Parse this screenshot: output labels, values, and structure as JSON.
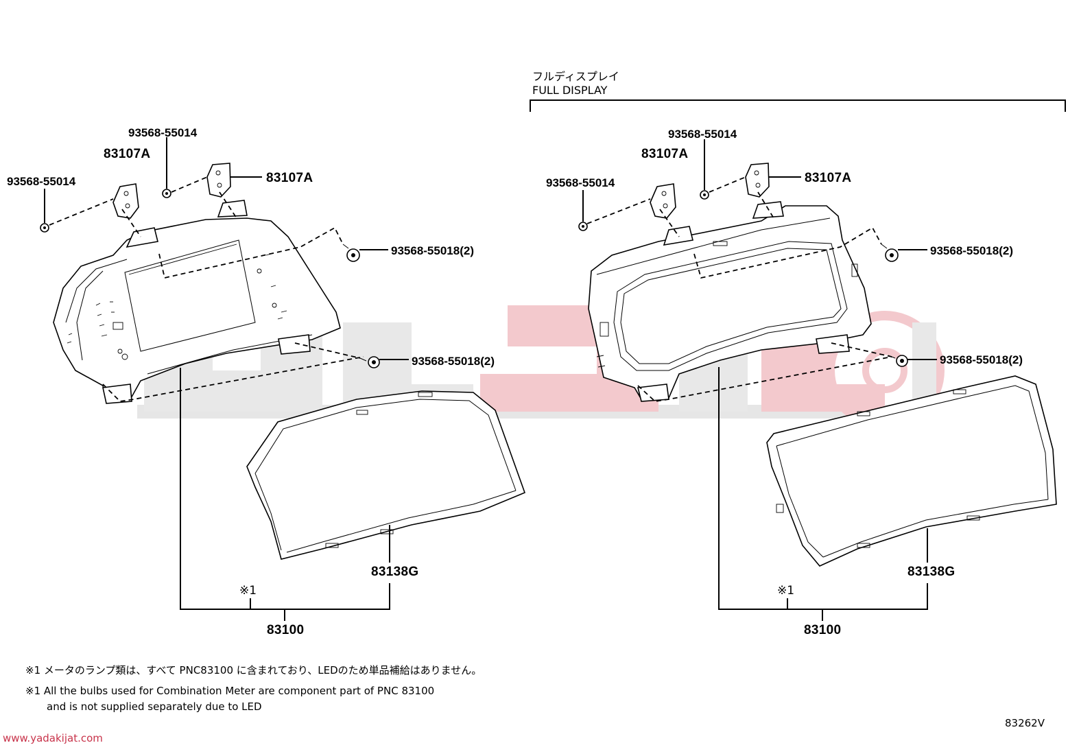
{
  "header": {
    "jp": "フルディスプレイ",
    "en": "FULL DISPLAY"
  },
  "left": {
    "screw_top": "93568-55014",
    "screw_left": "93568-55014",
    "bracket_left": "83107A",
    "bracket_right": "83107A",
    "screw_mid": "93568-55018(2)",
    "screw_low": "93568-55018(2)",
    "lens": "83138G",
    "symbol": "※1",
    "assembly": "83100"
  },
  "right": {
    "screw_top": "93568-55014",
    "screw_left": "93568-55014",
    "bracket_left": "83107A",
    "bracket_right": "83107A",
    "screw_mid": "93568-55018(2)",
    "screw_low": "93568-55018(2)",
    "lens": "83138G",
    "symbol": "※1",
    "assembly": "83100"
  },
  "notes": {
    "jp": "※1 メータのランプ類は、すべて PNC83100 に含まれており、LEDのため単品補給はありません。",
    "en_line1": "※1 All the bulbs used for Combination Meter are component part of PNC 83100",
    "en_line2": "and is not supplied separately due to LED"
  },
  "footer": {
    "website": "www.yadakijat.com",
    "diagram_code": "83262V"
  },
  "colors": {
    "line": "#000000",
    "watermark_red": "#f3c9cd",
    "watermark_gray": "#e6e6e6",
    "website": "#c8334a"
  },
  "icons": {
    "watermark": "yadakijat-logo-icon",
    "screw": "screw-icon",
    "bracket": "bracket-icon"
  }
}
